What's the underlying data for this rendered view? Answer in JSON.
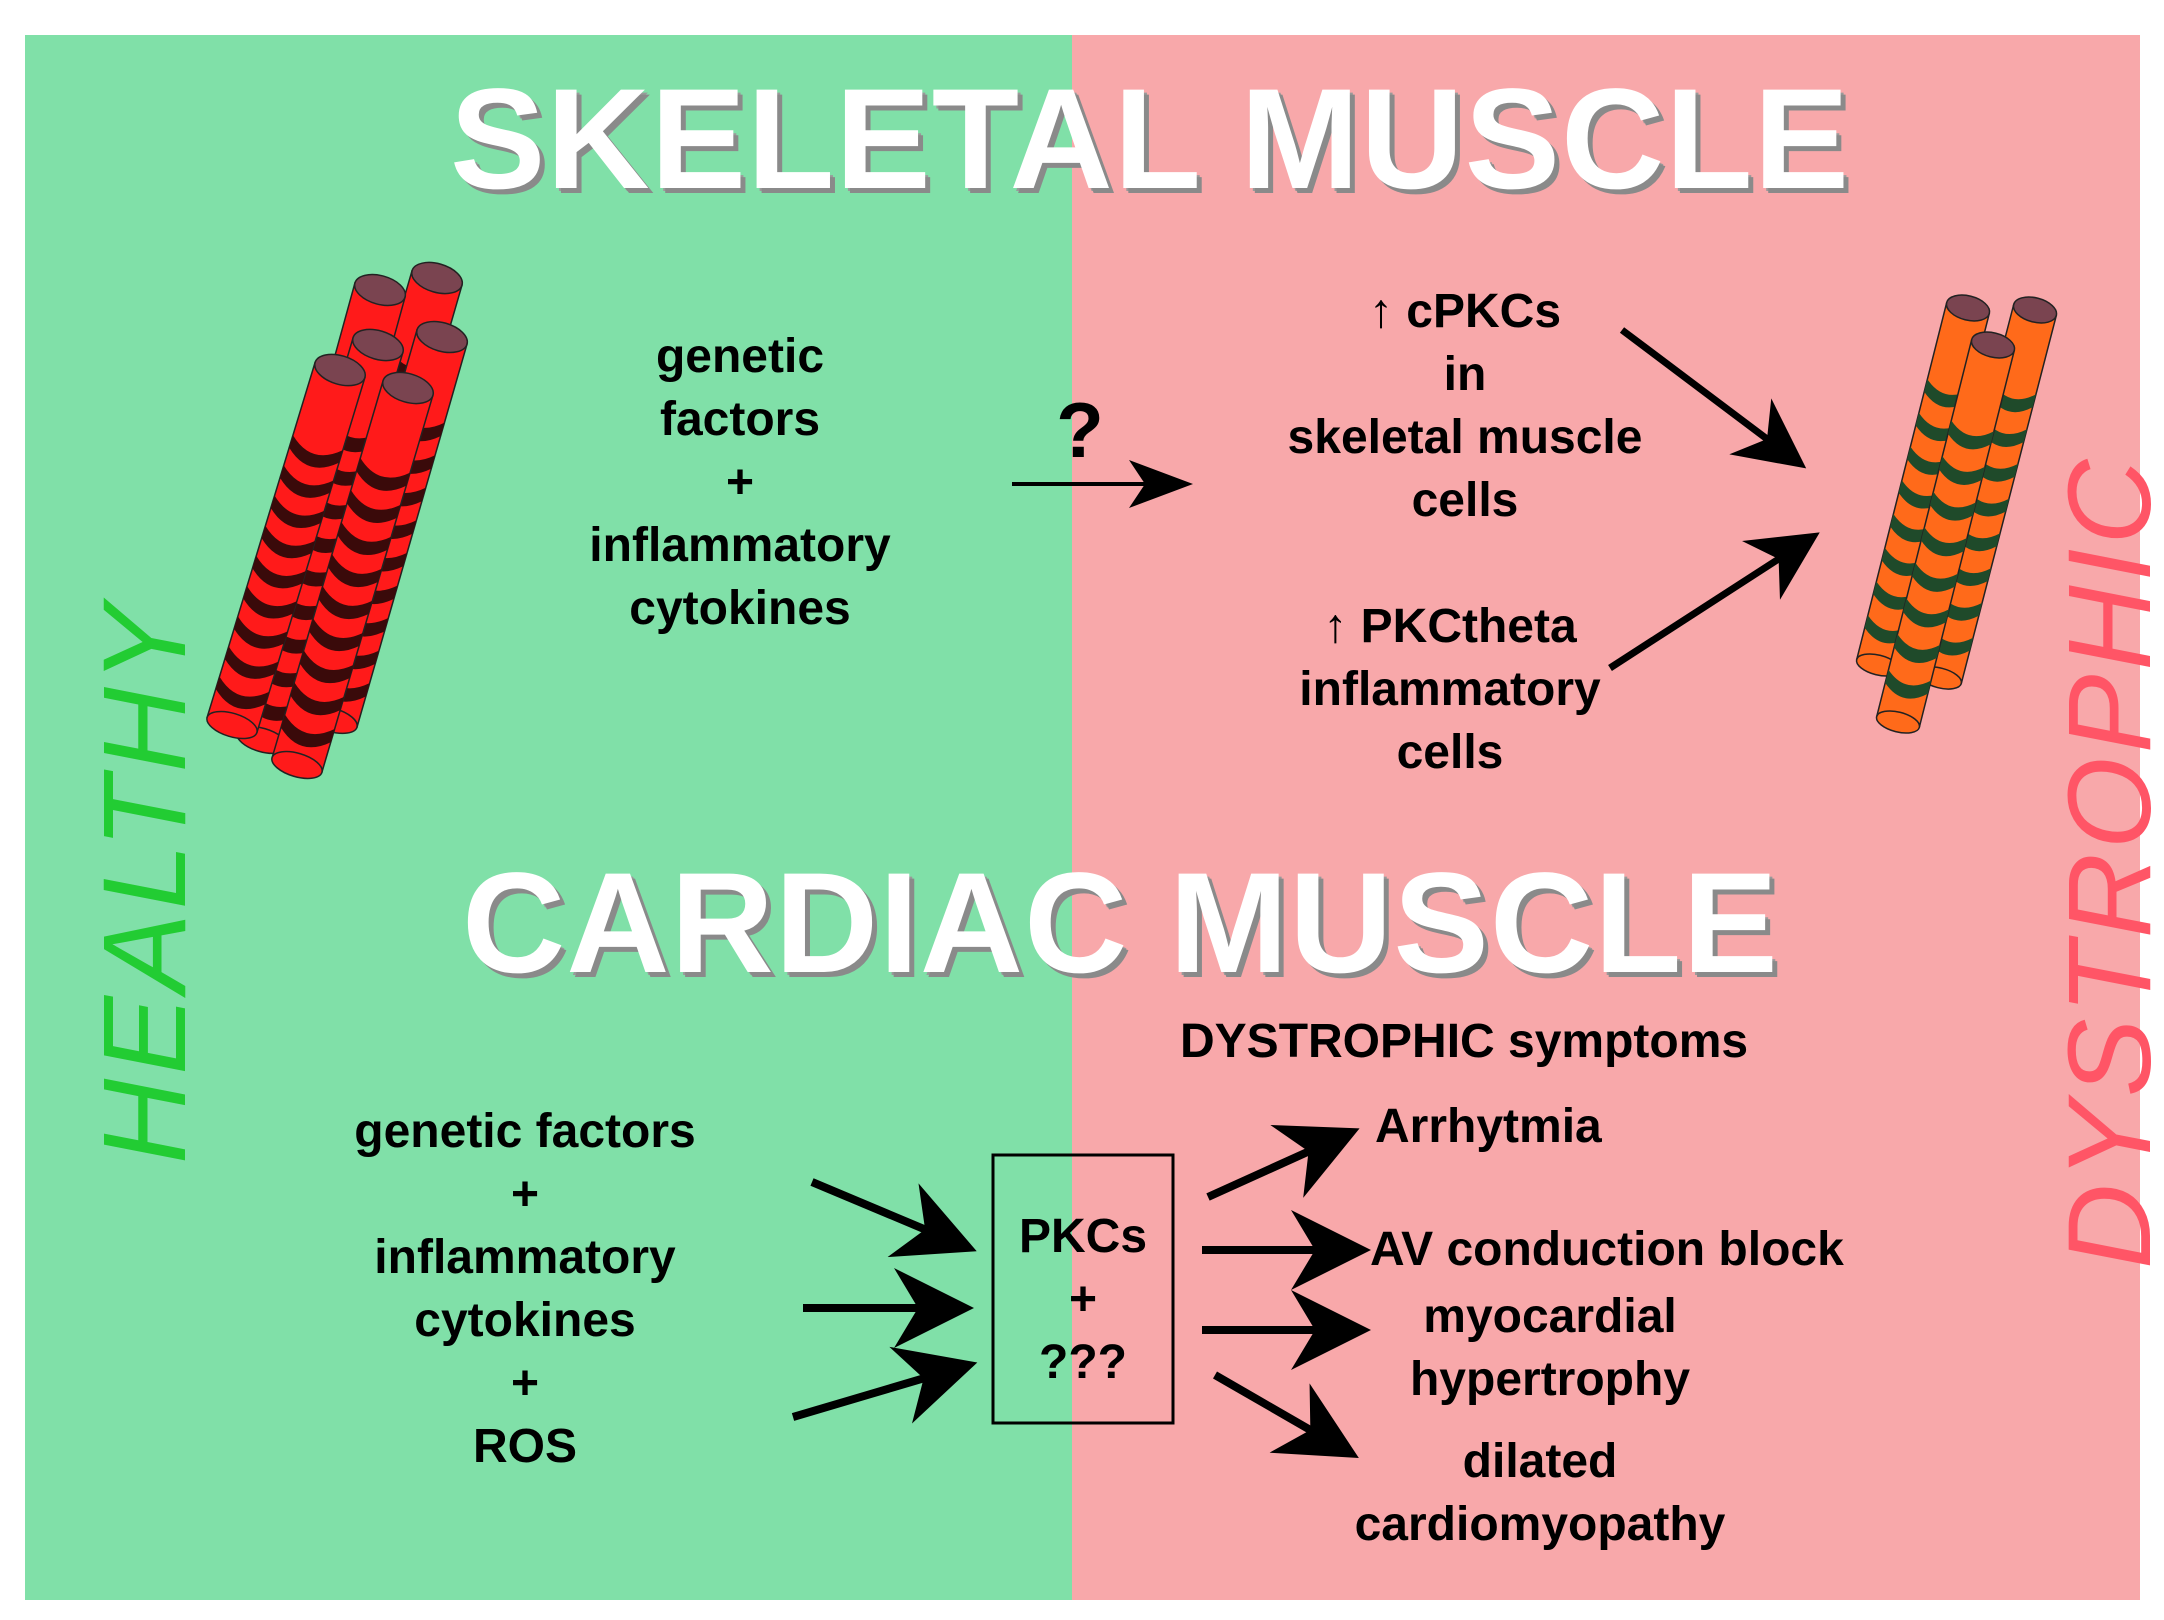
{
  "colors": {
    "healthy_bg": "#80e0a8",
    "dystrophic_bg": "#f8a8aa",
    "healthy_label": "#22cc33",
    "dystrophic_label": "#ff5566",
    "healthy_fiber": "#ff1a1a",
    "healthy_stripe": "#3a0a0a",
    "dystrophic_fiber": "#ff6a1a",
    "dystrophic_stripe": "#1f4a2a",
    "fiber_cap": "#7a4450"
  },
  "titles": {
    "skeletal": "SKELETAL MUSCLE",
    "cardiac": "CARDIAC MUSCLE"
  },
  "side_labels": {
    "healthy": "HEALTHY",
    "dystrophic": "DYSTROPHIC"
  },
  "skeletal": {
    "causes": [
      "genetic",
      "factors",
      "+",
      "inflammatory",
      "cytokines"
    ],
    "question": "?",
    "cpkc": [
      "↑ cPKCs",
      "in",
      "skeletal muscle",
      "cells"
    ],
    "pkctheta": [
      "↑ PKCtheta",
      "inflammatory",
      "cells"
    ]
  },
  "cardiac": {
    "causes": [
      "genetic factors",
      "+",
      "inflammatory",
      "cytokines",
      "+",
      "ROS"
    ],
    "box": [
      "PKCs",
      "+",
      "???"
    ],
    "symptoms_header": "DYSTROPHIC symptoms",
    "symptoms": {
      "arrhythmia": "Arrhytmia",
      "av_block": "AV conduction block",
      "hypertrophy": [
        "myocardial",
        "hypertrophy"
      ],
      "cardiomyopathy": [
        "dilated",
        "cardiomyopathy"
      ]
    }
  }
}
